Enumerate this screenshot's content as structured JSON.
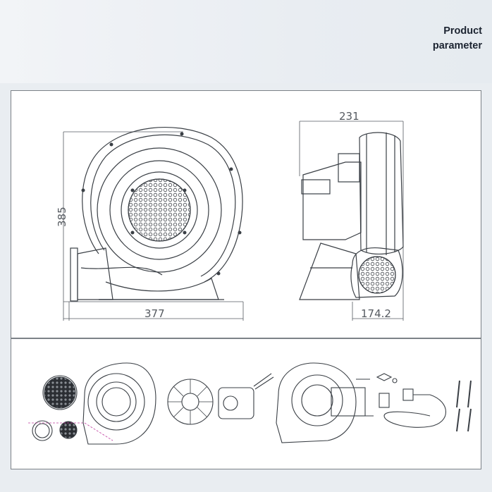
{
  "header": {
    "title_line1": "Product",
    "title_line2": "parameter"
  },
  "dimensions": {
    "height": "385",
    "width": "377",
    "depth": "231",
    "inlet_depth": "174.2"
  },
  "colors": {
    "line": "#3a3f45",
    "dim": "#555a60",
    "panel_border": "#7c8288",
    "accent": "#c040a0"
  }
}
